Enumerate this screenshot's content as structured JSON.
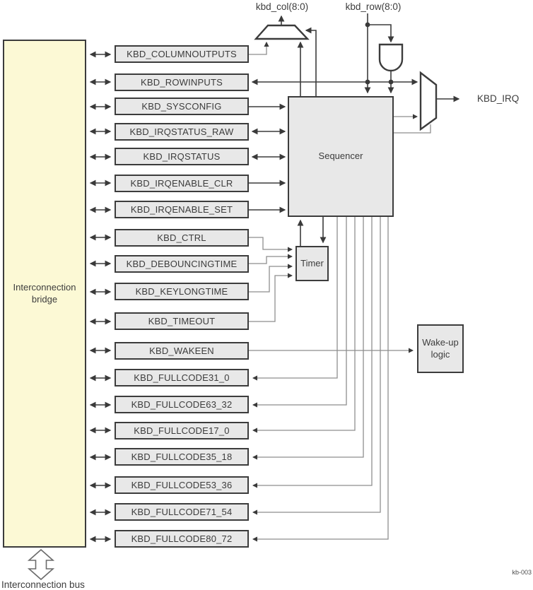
{
  "figure": {
    "watermark": "kb-003"
  },
  "signals": {
    "kbd_col": "kbd_col(8:0)",
    "kbd_row": "kbd_row(8:0)",
    "kbd_irq": "KBD_IRQ",
    "bus": "Interconnection bus"
  },
  "blocks": {
    "bridge": "Interconnection bridge",
    "sequencer": "Sequencer",
    "timer": "Timer",
    "wakeup_logic": "Wake-up logic"
  },
  "registers": [
    "KBD_COLUMNOUTPUTS",
    "KBD_ROWINPUTS",
    "KBD_SYSCONFIG",
    "KBD_IRQSTATUS_RAW",
    "KBD_IRQSTATUS",
    "KBD_IRQENABLE_CLR",
    "KBD_IRQENABLE_SET",
    "KBD_CTRL",
    "KBD_DEBOUNCINGTIME",
    "KBD_KEYLONGTIME",
    "KBD_TIMEOUT",
    "KBD_WAKEEN",
    "KBD_FULLCODE31_0",
    "KBD_FULLCODE63_32",
    "KBD_FULLCODE17_0",
    "KBD_FULLCODE35_18",
    "KBD_FULLCODE53_36",
    "KBD_FULLCODE71_54",
    "KBD_FULLCODE80_72"
  ],
  "colors": {
    "bridge_fill": "#fcf9d5",
    "block_fill": "#e8e8e8",
    "line_dark": "#3c3c3c",
    "line_gray": "#8e8e8e"
  }
}
